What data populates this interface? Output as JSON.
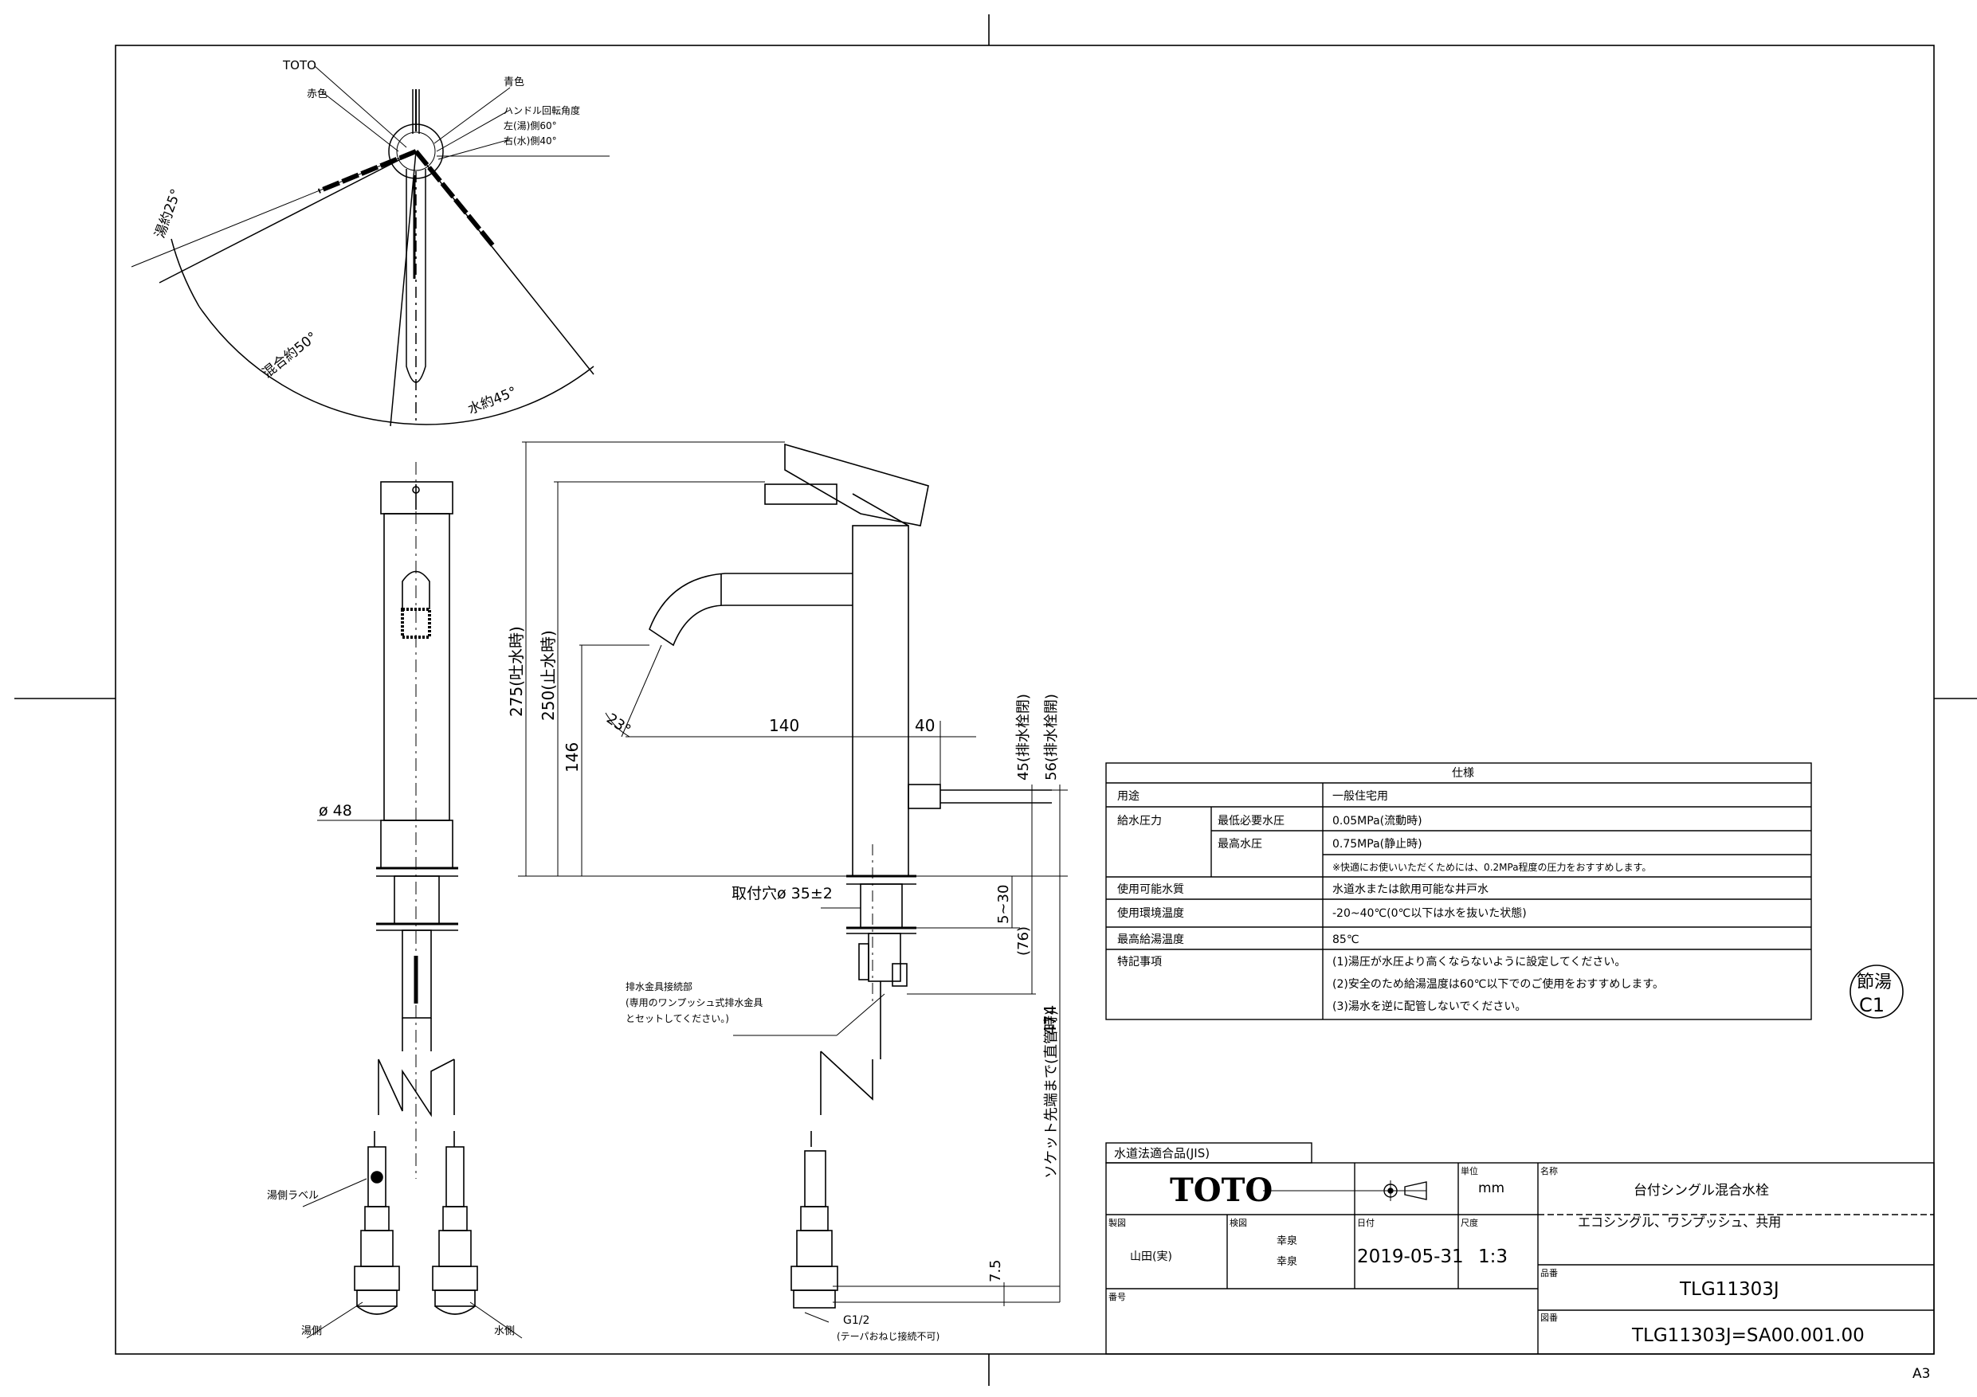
{
  "top_view": {
    "brand": "TOTO",
    "red_label": "赤色",
    "blue_label": "青色",
    "handle_angle_title": "ハンドル回転角度",
    "handle_left": "左(湯)側60°",
    "handle_right": "右(水)側40°",
    "hot_angle": "湯約25°",
    "mixed_angle": "混合約50°",
    "cold_angle": "水約45°"
  },
  "front_view": {
    "dia_48": "ø 48",
    "hot_label": "湯側ラベル",
    "hot_side": "湯側",
    "cold_side": "水側"
  },
  "side_view": {
    "h275": "275(吐水時)",
    "h250": "250(止水時)",
    "h146": "146",
    "angle23": "23°",
    "w140": "140",
    "w40": "40",
    "h45": "45(排水栓閉)",
    "h56": "56(排水栓開)",
    "mount_hole": "取付穴ø 35±2",
    "range5_30": "5~30",
    "h76": "(76)",
    "h474": "474",
    "socket_note": "ソケット先端まで(直管時)",
    "h7_5": "7.5",
    "drain_note_1": "排水金具接続部",
    "drain_note_2": "(専用のワンプッシュ式排水金具",
    "drain_note_3": "とセットしてください。)",
    "g_half": "G1/2",
    "g_half_note": "(テーパおねじ接続不可)"
  },
  "spec_table": {
    "title": "仕様",
    "rows": [
      {
        "label": "用途",
        "sub": "",
        "value": "一般住宅用"
      },
      {
        "label": "給水圧力",
        "sub": "最低必要水圧",
        "value": "0.05MPa(流動時)"
      },
      {
        "label": "",
        "sub": "最高水圧",
        "value": "0.75MPa(静止時)"
      },
      {
        "label": "",
        "sub": "",
        "value": "※快適にお使いいただくためには、0.2MPa程度の圧力をおすすめします。"
      },
      {
        "label": "使用可能水質",
        "sub": "",
        "value": "水道水または飲用可能な井戸水"
      },
      {
        "label": "使用環境温度",
        "sub": "",
        "value": "-20~40℃(0℃以下は水を抜いた状態)"
      },
      {
        "label": "最高給湯温度",
        "sub": "",
        "value": "85℃"
      },
      {
        "label": "特記事項",
        "sub": "",
        "value": "(1)湯圧が水圧より高くならないように設定してください。"
      },
      {
        "label": "",
        "sub": "",
        "value": "(2)安全のため給湯温度は60℃以下でのご使用をおすすめします。"
      },
      {
        "label": "",
        "sub": "",
        "value": "(3)湯水を逆に配管しないでください。"
      }
    ]
  },
  "stamp": {
    "line1": "節湯",
    "line2": "C1"
  },
  "title_block": {
    "jis": "水道法適合品(JIS)",
    "logo": "TOTO",
    "unit_label": "単位",
    "unit_value": "mm",
    "name_label": "名称",
    "name_value": "台付シングル混合水栓",
    "name_sub": "エコシングル、ワンプッシュ、共用",
    "drafter_label": "製図",
    "drafter_value": "山田(実)",
    "checker_label": "検図",
    "checker_value1": "幸泉",
    "checker_value2": "幸泉",
    "date_label": "日付",
    "date_value": "2019-05-31",
    "scale_label": "尺度",
    "scale_value": "1:3",
    "model_label": "品番",
    "model_value": "TLG11303J",
    "number_label": "番号",
    "drawing_label": "図番",
    "drawing_value": "TLG11303J=SA00.001.00"
  },
  "sheet_size": "A3"
}
